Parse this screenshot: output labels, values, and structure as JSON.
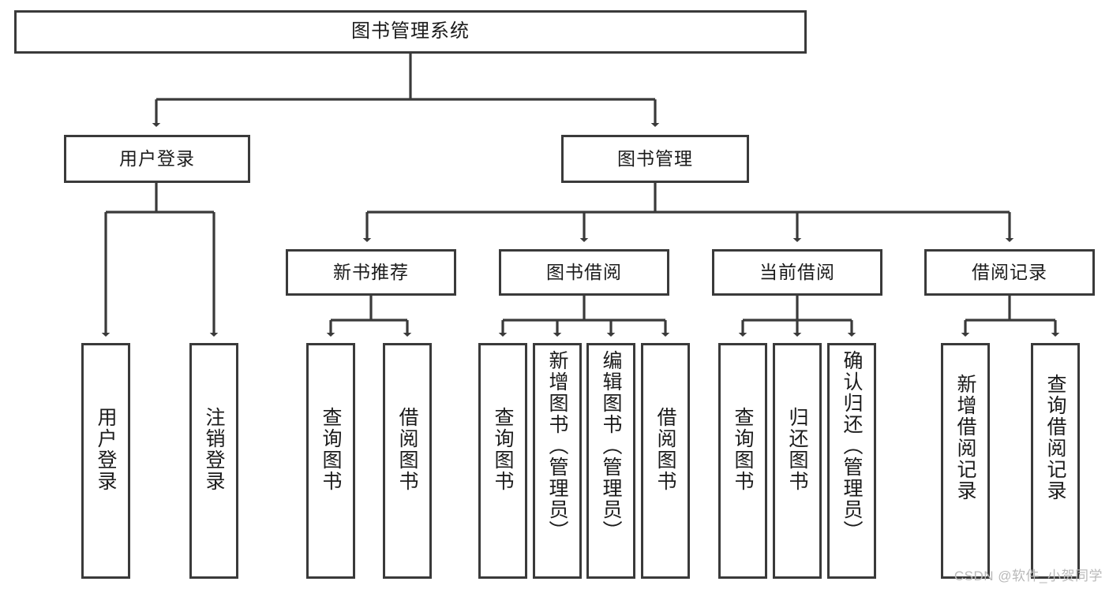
{
  "diagram": {
    "title": "图书管理系统",
    "watermark": "CSDN @软件_小贺同学",
    "line_color": "#3a3a3a",
    "box_fill": "#ffffff",
    "text_color": "#1b1b1b",
    "watermark_color": "#b9b9b9",
    "nodes": {
      "root": "图书管理系统",
      "user_login": "用户登录",
      "book_manage": "图书管理",
      "new_book_rec": "新书推荐",
      "book_borrow": "图书借阅",
      "current_borrow": "当前借阅",
      "borrow_record": "借阅记录",
      "leaf_user_login": "用户登录",
      "leaf_logout": "注销登录",
      "leaf_query_book_rec": "查询图书",
      "leaf_borrow_book_rec": "借阅图书",
      "leaf_query_book_borrow": "查询图书",
      "leaf_add_book_admin": "新增图书（管理员）",
      "leaf_edit_book_admin": "编辑图书（管理员）",
      "leaf_borrow_book": "借阅图书",
      "leaf_query_book_current": "查询图书",
      "leaf_return_book": "归还图书",
      "leaf_confirm_return_admin": "确认归还（管理员）",
      "leaf_add_borrow_record": "新增借阅记录",
      "leaf_query_borrow_record": "查询借阅记录"
    }
  }
}
